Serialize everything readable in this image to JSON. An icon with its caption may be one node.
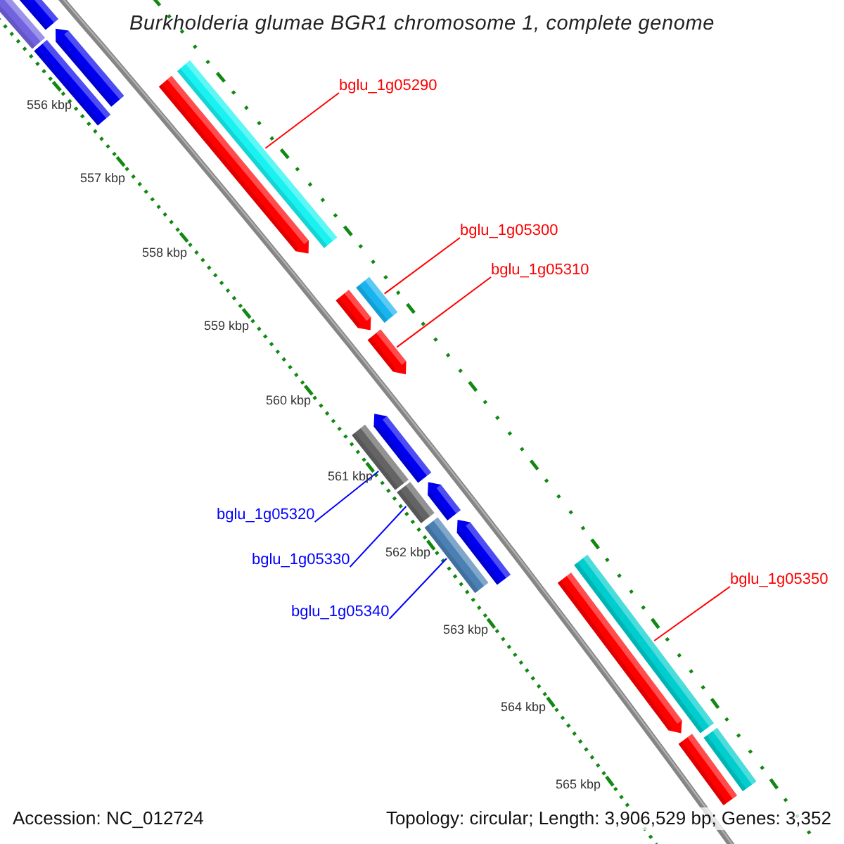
{
  "diagram": {
    "title": "Burkholderia glumae BGR1 chromosome 1, complete genome",
    "nodes": [
      {
        "text": [
          "bglu_1g05290"
        ]
      },
      {
        "text": [],
        "shape": "bar"
      },
      {
        "text": [
          "bglu_1g05300"
        ]
      },
      {
        "text": [],
        "shape": "bar"
      },
      {
        "text": [
          "bglu_1g05310"
        ]
      },
      {
        "text": [],
        "shape": "arrow"
      },
      {
        "text": [
          "bglu_1g05320"
        ]
      },
      {
        "text": [],
        "shape": "bar"
      },
      {
        "text": [
          "bglu_1g05330"
        ]
      },
      {
        "text": [],
        "shape": "bar"
      },
      {
        "text": [
          "bglu_1g05340"
        ]
      },
      {
        "text": [],
        "shape": "bar"
      },
      {
        "text": [
          "bglu_1g05350"
        ]
      },
      {
        "text": [],
        "shape": "bar"
      },
      {
        "text": [],
        "shape": "bar"
      },
      {
        "text": [],
        "shape": "bar"
      },
      {
        "text": [],
        "shape": "bar"
      },
      {
        "text": [],
        "shape": "arrow"
      },
      {
        "text": [],
        "shape": "arrow"
      },
      {
        "text": [],
        "shape": "arrow"
      },
      {
        "text": [],
        "shape": "arrow"
      },
      {
        "text": [],
        "shape": "arrow"
      },
      {
        "text": [],
        "shape": "arrow"
      },
      {
        "text": [],
        "shape": "arrow"
      },
      {
        "text": [],
        "shape": "bar"
      },
      {
        "text": [],
        "shape": "bar"
      }
    ],
    "edges": [
      {
        "from": 0,
        "to": 1,
        "arrow": "none"
      },
      {
        "from": 2,
        "to": 3,
        "arrow": "none"
      },
      {
        "from": 4,
        "to": 5,
        "arrow": "none"
      },
      {
        "from": 6,
        "to": 7,
        "arrow": "none",
        "color": "#0000ff"
      },
      {
        "from": 8,
        "to": 9,
        "arrow": "none",
        "color": "#0000ff"
      },
      {
        "from": 10,
        "to": 11,
        "arrow": "none",
        "color": "#0000ff"
      },
      {
        "from": 12,
        "to": 13,
        "arrow": "none"
      }
    ],
    "labels": [
      "556 kbp",
      "557 kbp",
      "558 kbp",
      "559 kbp",
      "560 kbp",
      "561 kbp",
      "562 kbp",
      "563 kbp",
      "564 kbp",
      "565 kbp",
      "Accession: NC_012724",
      "Topology: circular; Length: 3,906,529 bp; Genes: 3,352"
    ]
  }
}
